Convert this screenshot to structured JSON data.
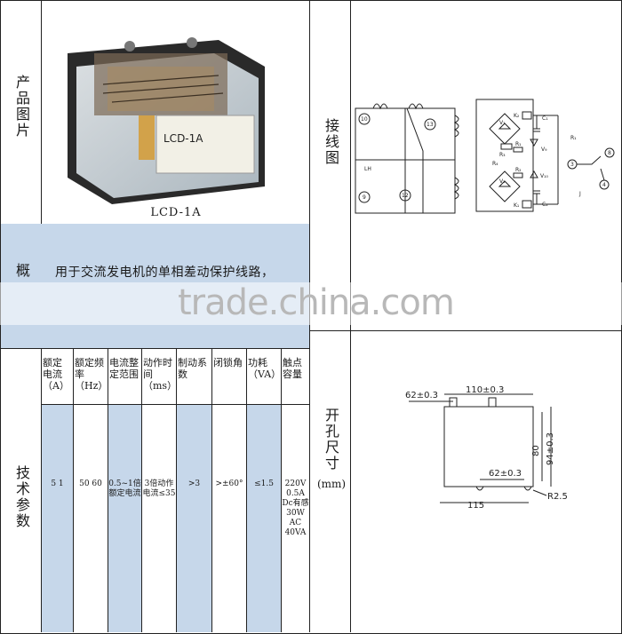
{
  "product_image": {
    "label": "产品图片",
    "caption": "LCD-1A",
    "nameplate": "LCD-1A"
  },
  "wiring": {
    "label": "接线图"
  },
  "overview": {
    "label": "概",
    "text": "用于交流发电机的单相差动保护线路，"
  },
  "watermark": "trade.china.com",
  "tech_params": {
    "label": "技术参数",
    "headers": [
      "额定电流（A）",
      "额定频率（Hz）",
      "电流整定范围",
      "动作时间（ms）",
      "制动系数",
      "闭锁角",
      "功耗（VA）",
      "触点容量"
    ],
    "values": [
      "5 1",
      "50 60",
      "0.5~1倍额定电流",
      "3倍动作电流≤35",
      ">3",
      ">±60°",
      "≤1.5",
      "220V 0.5A Dc有感 30W AC 40VA"
    ]
  },
  "cutout": {
    "label": "开孔尺寸",
    "unit": "(mm)",
    "dims": {
      "top_width": "62±0.3",
      "top_outer": "110±0.3",
      "height_outer": "94±0.3",
      "height_inner": "80",
      "bottom_inner": "62±0.3",
      "bottom_outer": "115",
      "radius": "R2.5"
    }
  },
  "circuit_labels": {
    "t10": "10",
    "t13": "13",
    "t9": "9",
    "t12": "12",
    "lh": "LH",
    "k2": "K₂",
    "c1": "C₁",
    "r1": "R₁",
    "r2": "R₂",
    "r3": "R₃",
    "r4": "R₄",
    "v1": "V₁",
    "v2": "V₂",
    "v9": "V₉",
    "v10": "V₁₀",
    "k1": "K₁",
    "c2": "C₂",
    "t3": "3",
    "t8": "8",
    "t4": "4",
    "j": "J"
  },
  "colors": {
    "band": "#c6d7ea",
    "line": "#222222"
  }
}
